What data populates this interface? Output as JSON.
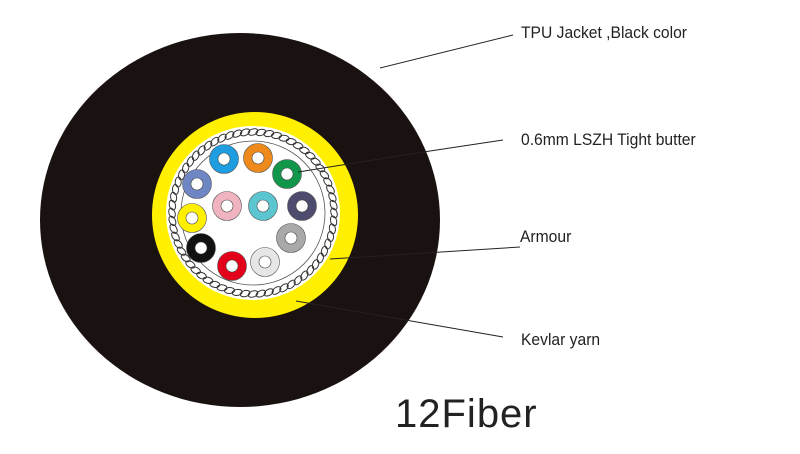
{
  "labels": {
    "jacket": "TPU Jacket ,Black color",
    "buffer": "0.6mm LSZH Tight butter",
    "armour": "Armour",
    "kevlar": "Kevlar yarn"
  },
  "title": "12Fiber",
  "colors": {
    "jacket": "#1a1210",
    "kevlar": "#ffef00",
    "armour": "#ffffff",
    "core": "#ffffff"
  },
  "fibers": [
    {
      "name": "blue",
      "color": "#1e9ee0"
    },
    {
      "name": "orange",
      "color": "#ee8a1c"
    },
    {
      "name": "green",
      "color": "#11974a"
    },
    {
      "name": "slate",
      "color": "#6f86c4"
    },
    {
      "name": "pink",
      "color": "#f0b3c0"
    },
    {
      "name": "aqua",
      "color": "#5cc6d0"
    },
    {
      "name": "violet",
      "color": "#4d4c6e"
    },
    {
      "name": "yellow",
      "color": "#ffef00"
    },
    {
      "name": "gray",
      "color": "#a9a9a9"
    },
    {
      "name": "black",
      "color": "#111111"
    },
    {
      "name": "red",
      "color": "#e3001b"
    },
    {
      "name": "white",
      "color": "#e6e6e6"
    }
  ]
}
